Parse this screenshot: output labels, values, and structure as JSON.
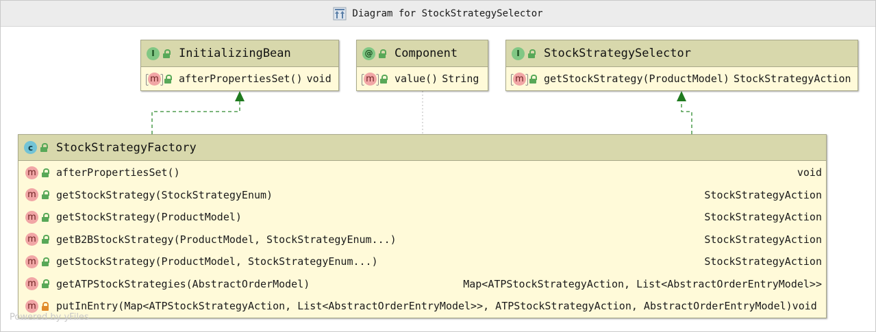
{
  "window": {
    "title": "Diagram for StockStrategySelector"
  },
  "nodes": {
    "initializing_bean": {
      "kind": "I",
      "name": "InitializingBean",
      "methods": [
        {
          "name": "afterPropertiesSet()",
          "return": "void"
        }
      ]
    },
    "component": {
      "kind": "@",
      "name": "Component",
      "methods": [
        {
          "name": "value()",
          "return": "String"
        }
      ]
    },
    "selector": {
      "kind": "I",
      "name": "StockStrategySelector",
      "methods": [
        {
          "name": "getStockStrategy(ProductModel)",
          "return": "StockStrategyAction"
        }
      ]
    },
    "factory": {
      "kind": "c",
      "name": "StockStrategyFactory",
      "methods": [
        {
          "name": "afterPropertiesSet()",
          "return": "void",
          "visibility": "public"
        },
        {
          "name": "getStockStrategy(StockStrategyEnum)",
          "return": "StockStrategyAction",
          "visibility": "public"
        },
        {
          "name": "getStockStrategy(ProductModel)",
          "return": "StockStrategyAction",
          "visibility": "public"
        },
        {
          "name": "getB2BStockStrategy(ProductModel, StockStrategyEnum...)",
          "return": "StockStrategyAction",
          "visibility": "public"
        },
        {
          "name": "getStockStrategy(ProductModel, StockStrategyEnum...)",
          "return": "StockStrategyAction",
          "visibility": "public"
        },
        {
          "name": "getATPStockStrategies(AbstractOrderModel)",
          "return": "Map<ATPStockStrategyAction, List<AbstractOrderEntryModel>>",
          "visibility": "public"
        },
        {
          "name": "putInEntry(Map<ATPStockStrategyAction, List<AbstractOrderEntryModel>>, ATPStockStrategyAction, AbstractOrderEntryModel)",
          "return": "void",
          "visibility": "private"
        }
      ]
    }
  },
  "badges": {
    "method": "m"
  },
  "footer": {
    "watermark": "Powered by yFiles"
  },
  "colors": {
    "header_bg": "#d8d8ac",
    "body_bg": "#fffad9",
    "edge_realization": "#2e8b2e",
    "edge_annotation": "#b0b0b0"
  }
}
